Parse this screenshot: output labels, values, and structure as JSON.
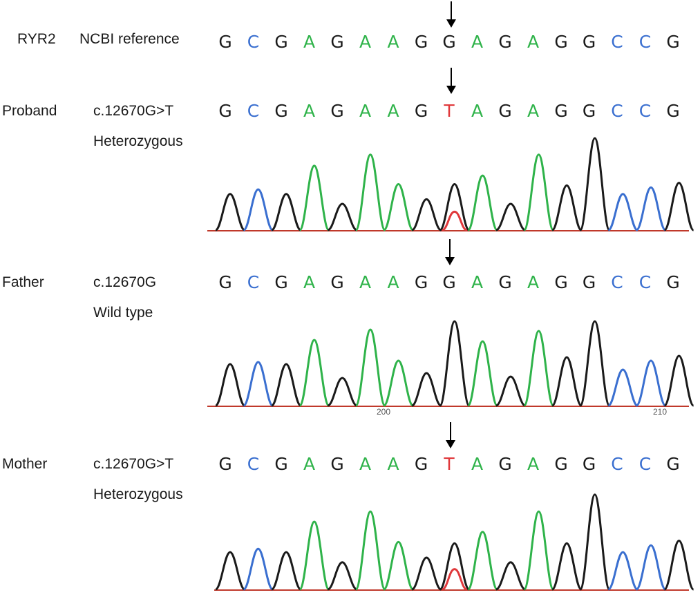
{
  "colors": {
    "A": "#2fb34a",
    "C": "#3a6fd0",
    "G": "#1a1a1a",
    "T": "#e0383b",
    "baseline": "#c0392b"
  },
  "reference": {
    "label": "RYR2",
    "sublabel": "NCBI reference",
    "bases": [
      "G",
      "C",
      "G",
      "A",
      "G",
      "A",
      "A",
      "G",
      "G",
      "A",
      "G",
      "A",
      "G",
      "G",
      "C",
      "C",
      "G"
    ]
  },
  "rows": [
    {
      "name": "Proband",
      "variant": "c.12670G>T",
      "zygosity": "Heterozygous",
      "bases": [
        "G",
        "C",
        "G",
        "A",
        "G",
        "A",
        "A",
        "G",
        "T",
        "A",
        "G",
        "A",
        "G",
        "G",
        "C",
        "C",
        "G"
      ],
      "peaks": [
        0.55,
        0.62,
        0.55,
        0.98,
        0.4,
        1.15,
        0.7,
        0.47,
        0.7,
        0.83,
        0.4,
        1.15,
        0.68,
        1.4,
        0.55,
        0.65,
        0.72
      ],
      "secondary": {
        "position": 8,
        "base": "T",
        "height": 0.28
      },
      "axis_ticks": []
    },
    {
      "name": "Father",
      "variant": "c.12670G",
      "zygosity": "Wild type",
      "bases": [
        "G",
        "C",
        "G",
        "A",
        "G",
        "A",
        "A",
        "G",
        "G",
        "A",
        "G",
        "A",
        "G",
        "G",
        "C",
        "C",
        "G"
      ],
      "peaks": [
        0.6,
        0.63,
        0.6,
        0.95,
        0.4,
        1.1,
        0.65,
        0.47,
        1.22,
        0.93,
        0.42,
        1.08,
        0.7,
        1.22,
        0.52,
        0.65,
        0.72
      ],
      "secondary": null,
      "axis_ticks": [
        "200",
        "210"
      ]
    },
    {
      "name": "Mother",
      "variant": "c.12670G>T",
      "zygosity": "Heterozygous",
      "bases": [
        "G",
        "C",
        "G",
        "A",
        "G",
        "A",
        "A",
        "G",
        "T",
        "A",
        "G",
        "A",
        "G",
        "G",
        "C",
        "C",
        "G"
      ],
      "peaks": [
        0.55,
        0.6,
        0.55,
        1.0,
        0.4,
        1.15,
        0.7,
        0.47,
        0.68,
        0.85,
        0.4,
        1.15,
        0.68,
        1.4,
        0.55,
        0.65,
        0.72
      ],
      "secondary": {
        "position": 8,
        "base": "T",
        "height": 0.3
      },
      "axis_ticks": []
    }
  ]
}
